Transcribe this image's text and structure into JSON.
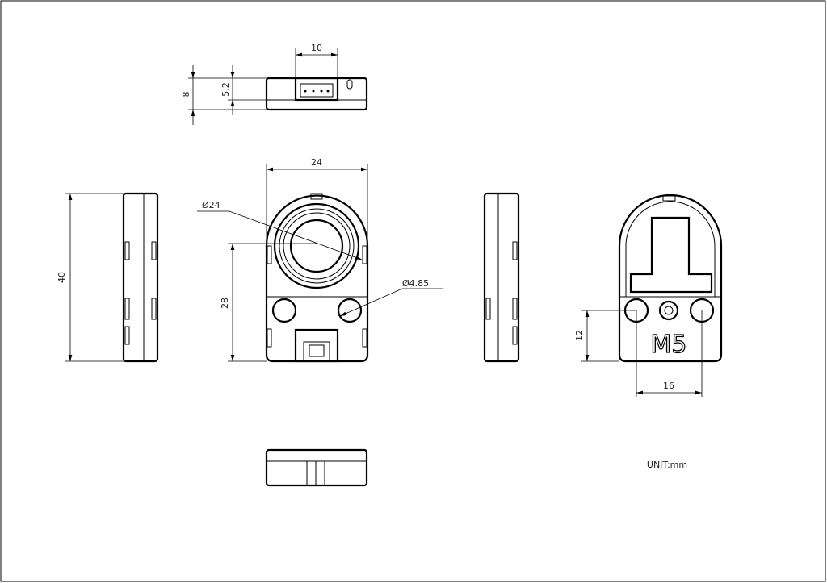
{
  "title": "Module mechanical drawing",
  "dimensions": {
    "connector_width": "10",
    "total_height": "8",
    "body_height": "5.2",
    "width": "24",
    "ring_diameter": "Ø24",
    "hole_diameter": "Ø4.85",
    "length": "40",
    "ring_center_height": "28",
    "hole_height": "12",
    "hole_spacing": "16"
  },
  "logo": "M5",
  "unit": "UNIT:mm"
}
